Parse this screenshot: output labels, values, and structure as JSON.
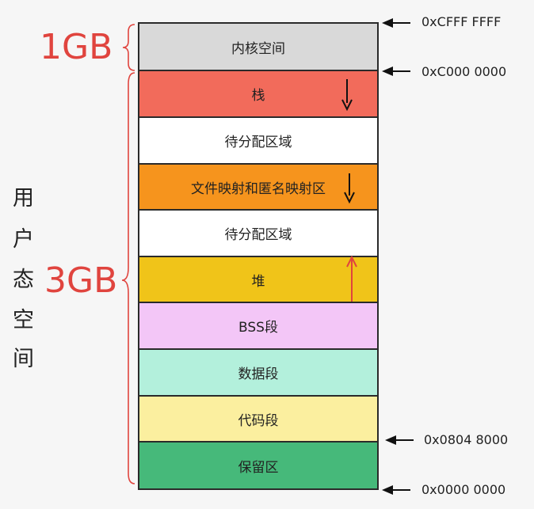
{
  "segments": [
    {
      "label": "内核空间",
      "color": "#d9d9d9"
    },
    {
      "label": "栈",
      "color": "#f26b5b"
    },
    {
      "label": "待分配区域",
      "color": "#ffffff"
    },
    {
      "label": "文件映射和匿名映射区",
      "color": "#f6941d"
    },
    {
      "label": "待分配区域",
      "color": "#ffffff"
    },
    {
      "label": "堆",
      "color": "#f0c419"
    },
    {
      "label": "BSS段",
      "color": "#f3c6f7"
    },
    {
      "label": "数据段",
      "color": "#b3f0dc"
    },
    {
      "label": "代码段",
      "color": "#fbef9f"
    },
    {
      "label": "保留区",
      "color": "#46b97a"
    }
  ],
  "addresses": {
    "top": "0xCFFF FFFF",
    "kernel_start": "0xC000 0000",
    "code_start": "0x0804 8000",
    "bottom": "0x0000 0000"
  },
  "labels": {
    "kernel_size": "1GB",
    "user_size": "3GB",
    "user_space": [
      "用",
      "户",
      "态",
      "空",
      "间"
    ]
  },
  "colors": {
    "brace": "#e0443e",
    "grow_up_arrow": "#e0443e",
    "grow_down_arrow": "#111111"
  }
}
